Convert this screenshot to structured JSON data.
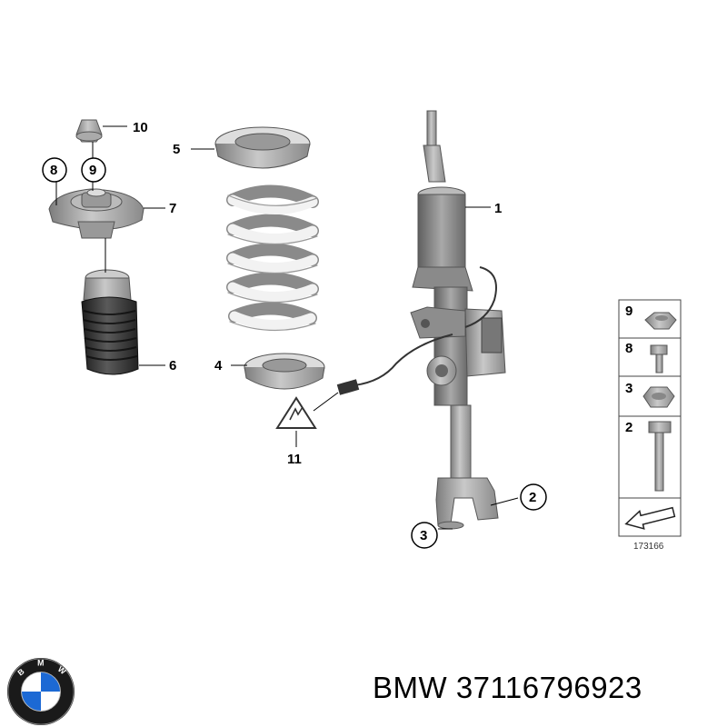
{
  "diagram": {
    "callouts": {
      "c1": "1",
      "c2": "2",
      "c3": "3",
      "c4": "4",
      "c5": "5",
      "c6": "6",
      "c7": "7",
      "c8": "8",
      "c9": "9",
      "c10": "10",
      "c11": "11"
    },
    "legend": {
      "items": [
        {
          "label": "9"
        },
        {
          "label": "8"
        },
        {
          "label": "3"
        },
        {
          "label": "2"
        }
      ],
      "drawing_number": "173166"
    }
  },
  "caption": {
    "brand": "BMW",
    "part_number": "37116796923",
    "text": "BMW 37116796923"
  },
  "logo": {
    "name": "bmw-roundel",
    "letters": "BMW",
    "colors": {
      "blue": "#1c69d4",
      "white": "#ffffff",
      "ring": "#1a1a1a"
    }
  }
}
